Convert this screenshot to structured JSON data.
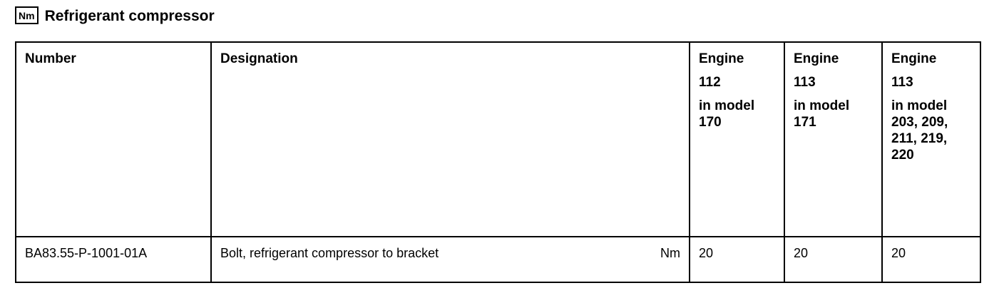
{
  "header": {
    "badge": "Nm",
    "title": "Refrigerant compressor"
  },
  "table": {
    "columns": {
      "number": "Number",
      "designation": "Designation"
    },
    "engine_columns": [
      {
        "engine_label": "Engine",
        "engine_number": "112",
        "models": "in model 170"
      },
      {
        "engine_label": "Engine",
        "engine_number": "113",
        "models": "in model 171"
      },
      {
        "engine_label": "Engine",
        "engine_number": "113",
        "models": "in model 203, 209, 211, 219, 220"
      }
    ],
    "rows": [
      {
        "number": "BA83.55-P-1001-01A",
        "designation": "Bolt, refrigerant compressor to bracket",
        "unit": "Nm",
        "values": [
          "20",
          "20",
          "20"
        ]
      }
    ]
  }
}
